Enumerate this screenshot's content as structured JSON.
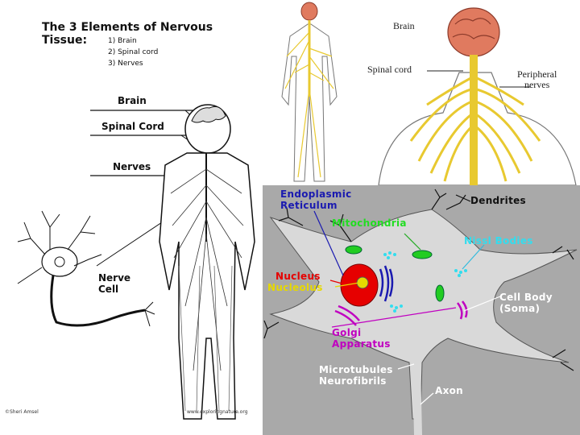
{
  "left_panel": {
    "title": "The 3 Elements of Nervous Tissue:",
    "elements": [
      "1) Brain",
      "2) Spinal cord",
      "3) Nerves"
    ],
    "labels": {
      "brain": "Brain",
      "spinal_cord": "Spinal Cord",
      "nerves": "Nerves",
      "nerve_cell_line1": "Nerve",
      "nerve_cell_line2": "Cell"
    },
    "credit_left": "©Sheri Amsel",
    "credit_right": "www.exploringnature.org"
  },
  "top_right_panel": {
    "labels": {
      "brain": "Brain",
      "spinal_cord": "Spinal cord",
      "peripheral_line1": "Peripheral",
      "peripheral_line2": "nerves"
    }
  },
  "cell_diagram": {
    "labels": {
      "endoplasmic_line1": "Endoplasmic",
      "endoplasmic_line2": "Reticulum",
      "mitochondria": "Mitochondria",
      "dendrites": "Dendrites",
      "nissl_bodies": "Nissl Bodies",
      "nucleus": "Nucleus",
      "nucleolus": "Nucleolus",
      "cell_body": "Cell Body",
      "soma": "(Soma)",
      "golgi_line1": "Golgi",
      "golgi_line2": "Apparatus",
      "microtubules": "Microtubules",
      "neurofibrils": "Neurofibrils",
      "axon": "Axon"
    },
    "colors": {
      "endoplasmic": "#1a1ab0",
      "mitochondria": "#22dd22",
      "dendrites": "#111111",
      "nissl": "#33ddee",
      "nucleus": "#e60000",
      "nucleolus": "#e6d800",
      "cell_body": "#ffffff",
      "golgi": "#c000c0",
      "microtubules": "#ffffff",
      "axon": "#ffffff"
    }
  }
}
